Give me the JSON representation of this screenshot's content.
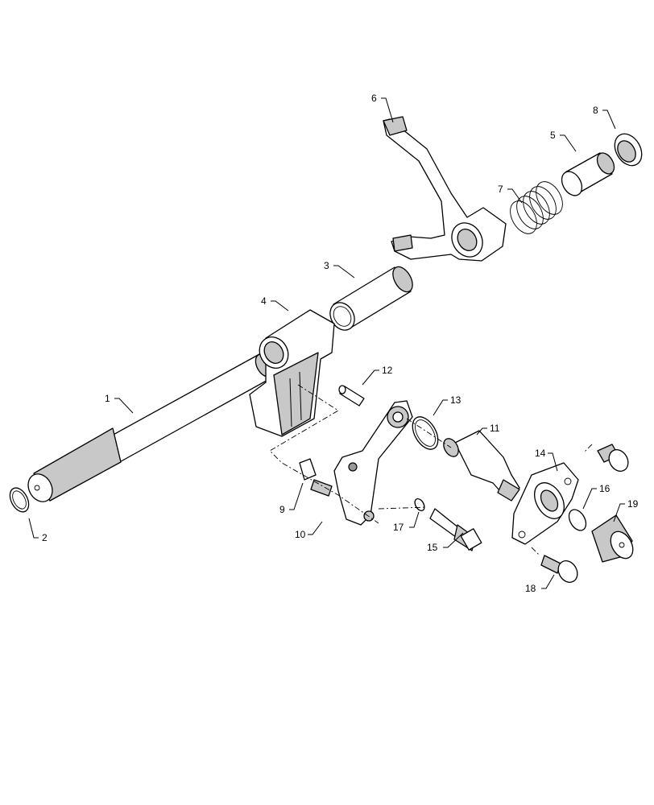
{
  "diagram": {
    "callouts": [
      {
        "id": "1",
        "label": "1"
      },
      {
        "id": "2",
        "label": "2"
      },
      {
        "id": "3",
        "label": "3"
      },
      {
        "id": "4",
        "label": "4"
      },
      {
        "id": "5",
        "label": "5"
      },
      {
        "id": "6",
        "label": "6"
      },
      {
        "id": "7",
        "label": "7"
      },
      {
        "id": "8",
        "label": "8"
      },
      {
        "id": "9",
        "label": "9"
      },
      {
        "id": "10",
        "label": "10"
      },
      {
        "id": "11",
        "label": "11"
      },
      {
        "id": "12",
        "label": "12"
      },
      {
        "id": "13",
        "label": "13"
      },
      {
        "id": "14",
        "label": "14"
      },
      {
        "id": "15",
        "label": "15"
      },
      {
        "id": "16",
        "label": "16"
      },
      {
        "id": "17",
        "label": "17"
      },
      {
        "id": "18",
        "label": "18"
      },
      {
        "id": "19",
        "label": "19"
      }
    ],
    "colors": {
      "line": "#000000",
      "shade": "#c8c8c8",
      "background": "#ffffff"
    }
  }
}
